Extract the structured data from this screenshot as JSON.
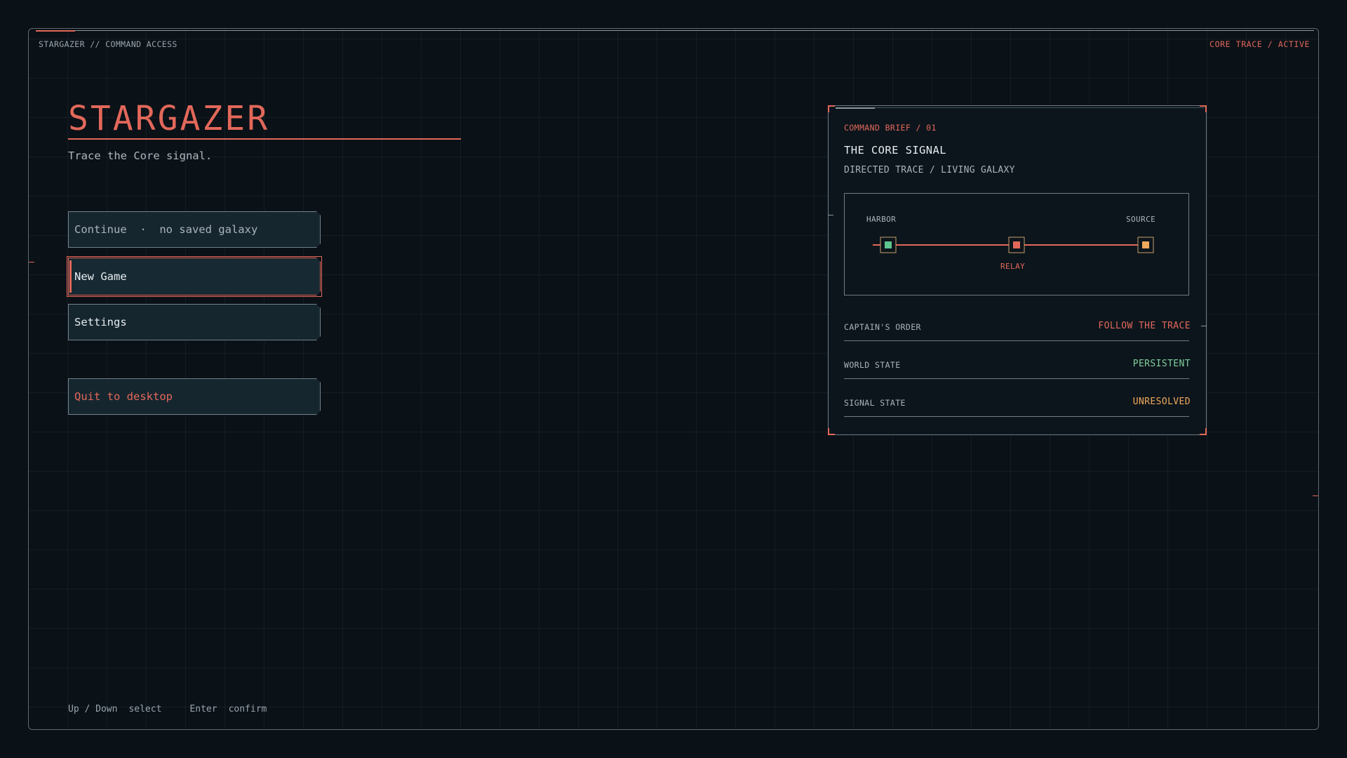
{
  "header": {
    "left_text": "STARGAZER // COMMAND ACCESS",
    "right_text": "CORE TRACE / ACTIVE"
  },
  "hero": {
    "title": "STARGAZER",
    "subtitle": "Trace the Core signal."
  },
  "menu": {
    "items": [
      {
        "label": "Continue  ·  no saved galaxy",
        "state": "disabled"
      },
      {
        "label": "New Game",
        "state": "selected"
      },
      {
        "label": "Settings",
        "state": "normal"
      },
      {
        "label": "Quit to desktop",
        "state": "danger"
      }
    ]
  },
  "footer": {
    "hint1_key": "Up / Down",
    "hint1_action": "select",
    "hint2_key": "Enter",
    "hint2_action": "confirm"
  },
  "brief": {
    "label": "COMMAND BRIEF / 01",
    "title": "THE CORE SIGNAL",
    "subtitle": "DIRECTED TRACE / LIVING GALAXY",
    "route": {
      "nodes": [
        {
          "label": "HARBOR",
          "color": "#5fc58f"
        },
        {
          "label": "RELAY",
          "color": "#e2685a"
        },
        {
          "label": "SOURCE",
          "color": "#f0a85c"
        }
      ]
    },
    "stats": [
      {
        "key": "CAPTAIN'S ORDER",
        "value": "FOLLOW THE TRACE",
        "color": "#e2685a"
      },
      {
        "key": "WORLD STATE",
        "value": "PERSISTENT",
        "color": "#7fcf9c"
      },
      {
        "key": "SIGNAL STATE",
        "value": "UNRESOLVED",
        "color": "#f0a85c"
      }
    ]
  },
  "colors": {
    "accent": "#e2685a",
    "background": "#0a1117",
    "button_fill": "#16262f"
  }
}
